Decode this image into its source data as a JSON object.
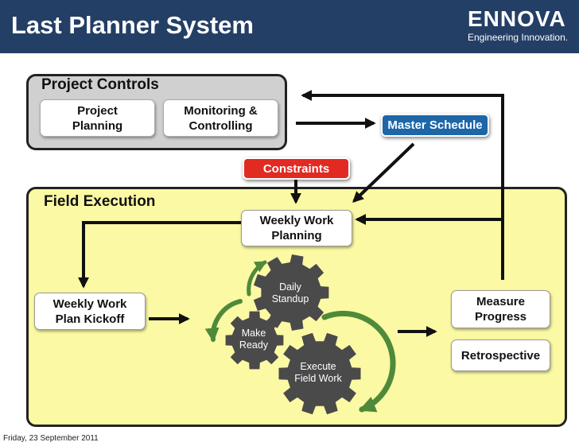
{
  "header": {
    "title": "Last Planner System",
    "logo": "ENNOVA",
    "tagline": "Engineering Innovation."
  },
  "project_controls": {
    "heading": "Project Controls",
    "project_planning": "Project\nPlanning",
    "monitoring": "Monitoring &\nControlling"
  },
  "master_schedule": "Master Schedule",
  "constraints": "Constraints",
  "field_execution": {
    "heading": "Field Execution",
    "weekly_work_planning": "Weekly Work\nPlanning",
    "kickoff": "Weekly Work\nPlan Kickoff",
    "measure_progress": "Measure\nProgress",
    "retrospective": "Retrospective"
  },
  "gears": {
    "daily_standup": "Daily\nStandup",
    "make_ready": "Make\nReady",
    "execute": "Execute\nField Work"
  },
  "colors": {
    "header": "#243f66",
    "master_schedule": "#1d66a8",
    "constraints": "#e12a22",
    "field_bg": "#fbf9a3",
    "controls_bg": "#d0d0d0",
    "gear": "#4a4a4a",
    "cycle_arrow": "#4f8a3a"
  },
  "footer": "Friday, 23 September 2011"
}
